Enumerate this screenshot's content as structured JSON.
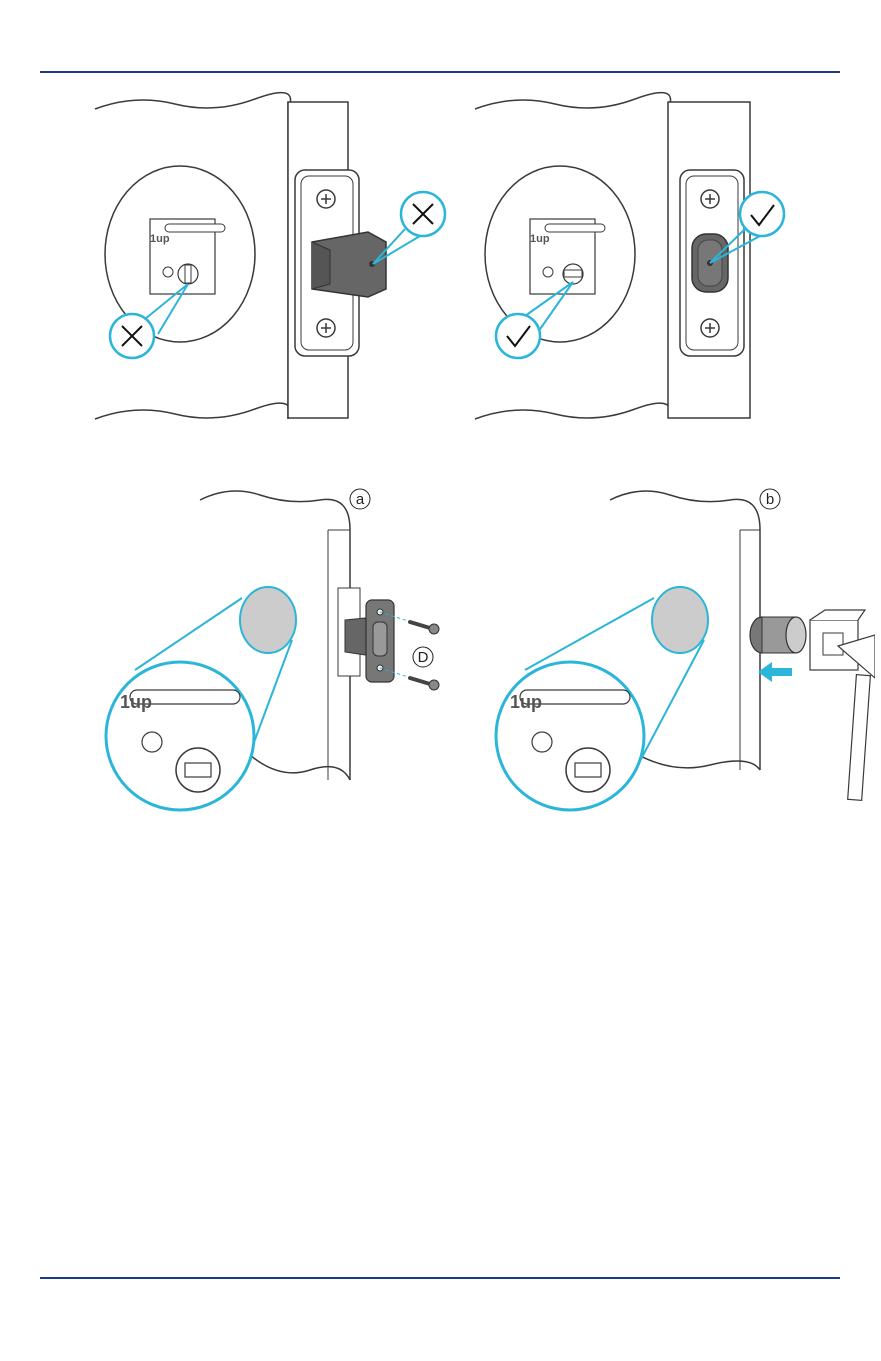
{
  "colors": {
    "rule": "#1d3a8a",
    "callout": "#2bb5d8",
    "line": "#3a3a3a",
    "hardware": "#666666"
  },
  "figures": {
    "incorrect": {
      "latch_brand": "1up",
      "mark_icon": "cross-icon"
    },
    "correct": {
      "latch_brand": "1up",
      "mark_icon": "check-icon"
    },
    "step_a": {
      "step_label": "a",
      "part_label": "D",
      "latch_brand": "1up"
    },
    "step_b": {
      "step_label": "b",
      "latch_brand": "1up"
    }
  }
}
